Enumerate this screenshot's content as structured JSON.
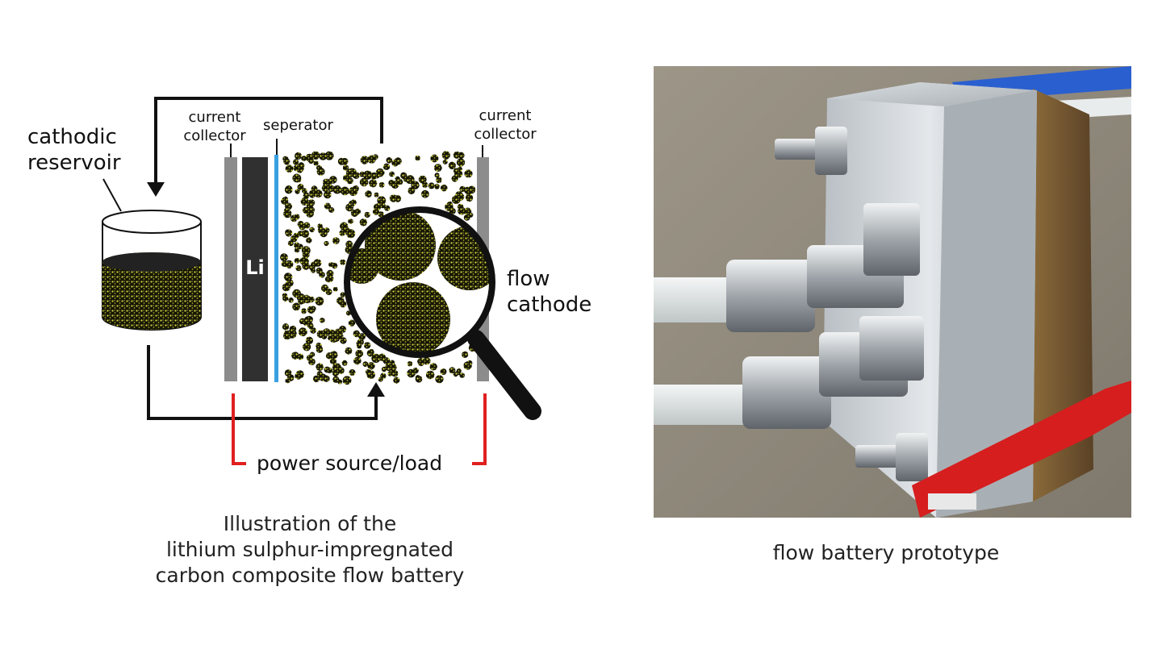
{
  "diagram": {
    "labels": {
      "cathodic_reservoir": [
        "cathodic",
        "reservoir"
      ],
      "current_collector_left": [
        "current",
        "collector"
      ],
      "seperator": "seperator",
      "current_collector_right": [
        "current",
        "collector"
      ],
      "li": "Li",
      "flow_cathode": [
        "flow",
        "cathode"
      ],
      "power_source": "power source/load"
    },
    "caption": [
      "Illustration of the",
      "lithium sulphur-impregnated",
      "carbon composite flow battery"
    ]
  },
  "photo": {
    "caption": "flow battery prototype"
  },
  "colors": {
    "particle": "#c8c838",
    "separator": "#3aa0e0",
    "wire_power": "#e02020",
    "wire_flow": "#111111"
  }
}
